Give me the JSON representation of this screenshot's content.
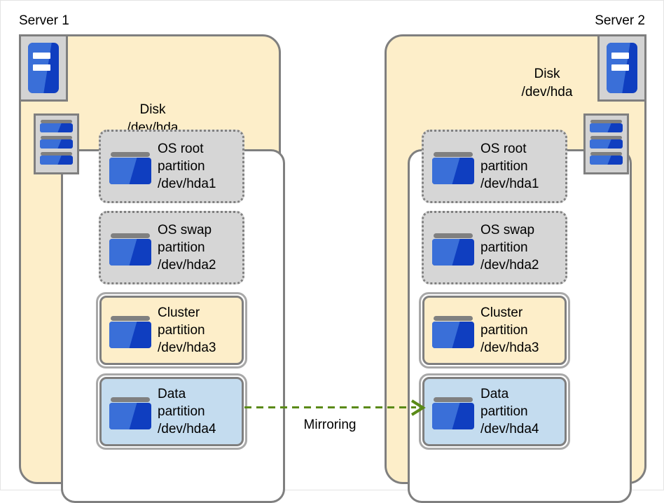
{
  "diagram": {
    "title_left": "Server 1",
    "title_right": "Server 2",
    "colors": {
      "server_fill": "#fdeec9",
      "disk_fill": "#ffffff",
      "partition_os_fill": "#d6d6d6",
      "partition_cluster_fill": "#fdeec9",
      "partition_data_fill": "#c4dcef",
      "border": "#7f7f7f",
      "icon_blue_dark": "#0f3ec0",
      "icon_blue_light": "#3a6fd8",
      "arrow_green": "#5a8a17"
    }
  },
  "servers": [
    {
      "name": "Server 1",
      "server_icon": "server-tower-icon",
      "disk_icon": "disk-array-icon",
      "disk": {
        "caption_line1": "Disk",
        "caption_line2": "/dev/hda",
        "partitions": [
          {
            "style": "dotted",
            "icon": "partition-drive-icon",
            "line1": "OS root",
            "line2": "partition",
            "line3": "/dev/hda1"
          },
          {
            "style": "dotted",
            "icon": "partition-drive-icon",
            "line1": "OS swap",
            "line2": "partition",
            "line3": "/dev/hda2"
          },
          {
            "style": "cluster",
            "icon": "partition-drive-icon",
            "line1": "Cluster",
            "line2": "partition",
            "line3": "/dev/hda3"
          },
          {
            "style": "data",
            "icon": "partition-drive-icon",
            "line1": "Data",
            "line2": "partition",
            "line3": "/dev/hda4"
          }
        ]
      }
    },
    {
      "name": "Server 2",
      "server_icon": "server-tower-icon",
      "disk_icon": "disk-array-icon",
      "disk": {
        "caption_line1": "Disk",
        "caption_line2": "/dev/hda",
        "partitions": [
          {
            "style": "dotted",
            "icon": "partition-drive-icon",
            "line1": "OS root",
            "line2": "partition",
            "line3": "/dev/hda1"
          },
          {
            "style": "dotted",
            "icon": "partition-drive-icon",
            "line1": "OS swap",
            "line2": "partition",
            "line3": "/dev/hda2"
          },
          {
            "style": "cluster",
            "icon": "partition-drive-icon",
            "line1": "Cluster",
            "line2": "partition",
            "line3": "/dev/hda3"
          },
          {
            "style": "data",
            "icon": "partition-drive-icon",
            "line1": "Data",
            "line2": "partition",
            "line3": "/dev/hda4"
          }
        ]
      }
    }
  ],
  "connector": {
    "label": "Mirroring",
    "direction": "left-to-right",
    "style": "dashed",
    "arrow_icon": "arrow-right-icon"
  }
}
